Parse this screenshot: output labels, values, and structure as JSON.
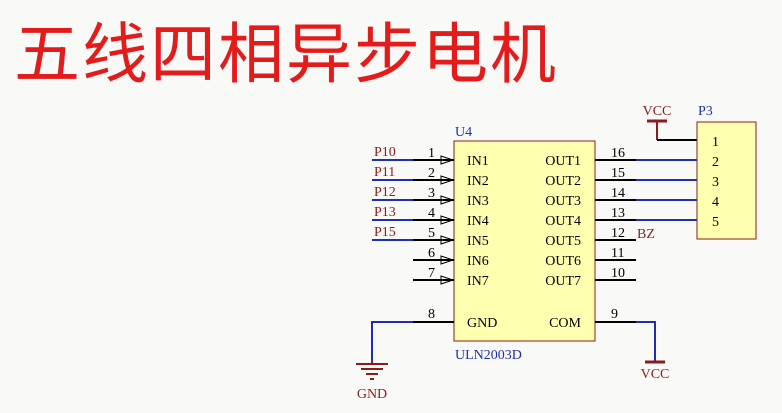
{
  "title": "五线四相异步电机",
  "chip": {
    "designator": "U4",
    "part": "ULN2003D",
    "left_pins": [
      {
        "num": "1",
        "name": "IN1",
        "net": "P10"
      },
      {
        "num": "2",
        "name": "IN2",
        "net": "P11"
      },
      {
        "num": "3",
        "name": "IN3",
        "net": "P12"
      },
      {
        "num": "4",
        "name": "IN4",
        "net": "P13"
      },
      {
        "num": "5",
        "name": "IN5",
        "net": "P15"
      },
      {
        "num": "6",
        "name": "IN6",
        "net": ""
      },
      {
        "num": "7",
        "name": "IN7",
        "net": ""
      }
    ],
    "right_pins": [
      {
        "num": "16",
        "name": "OUT1",
        "net": ""
      },
      {
        "num": "15",
        "name": "OUT2",
        "net": ""
      },
      {
        "num": "14",
        "name": "OUT3",
        "net": ""
      },
      {
        "num": "13",
        "name": "OUT4",
        "net": ""
      },
      {
        "num": "12",
        "name": "OUT5",
        "net": "BZ"
      },
      {
        "num": "11",
        "name": "OUT6",
        "net": ""
      },
      {
        "num": "10",
        "name": "OUT7",
        "net": ""
      }
    ],
    "gnd_pin": {
      "num": "8",
      "name": "GND"
    },
    "com_pin": {
      "num": "9",
      "name": "COM"
    }
  },
  "connector": {
    "designator": "P3",
    "pins": [
      "1",
      "2",
      "3",
      "4",
      "5"
    ]
  },
  "power": {
    "vcc_top": "VCC",
    "vcc_bottom": "VCC",
    "gnd": "GND"
  },
  "colors": {
    "title": "#e41b1b",
    "wire": "#1f2fb4",
    "part_text": "#1f2fb4",
    "net_label": "#8b1c1c",
    "power": "#8b1c1c",
    "body_fill": "#ffffb0",
    "body_stroke": "#8b1c1c",
    "pin": "#000000"
  }
}
